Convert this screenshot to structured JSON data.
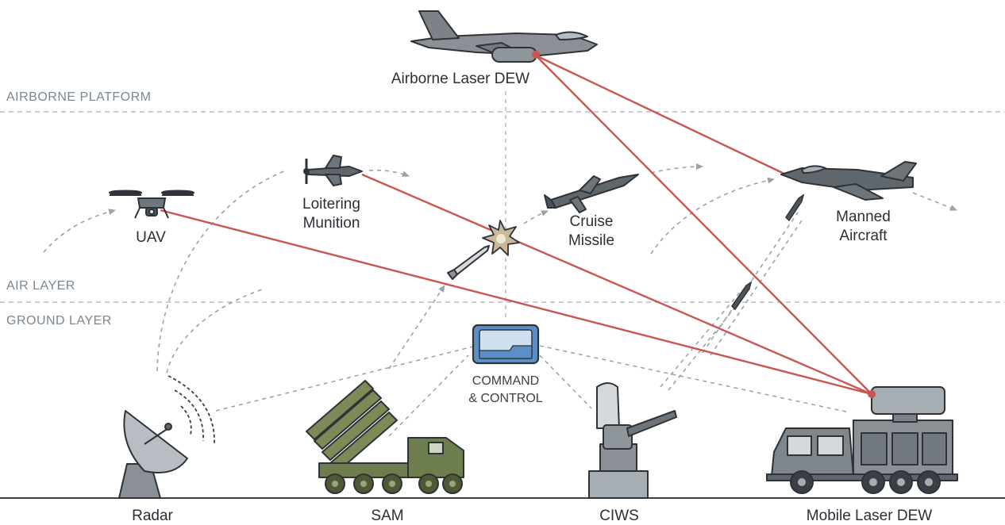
{
  "layers": {
    "airborne": "AIRBORNE PLATFORM",
    "air": "AIR LAYER",
    "ground": "GROUND LAYER"
  },
  "nodes": {
    "airborne_laser": "Airborne Laser DEW",
    "uav": "UAV",
    "loitering_line1": "Loitering",
    "loitering_line2": "Munition",
    "cruise_line1": "Cruise",
    "cruise_line2": "Missile",
    "manned_line1": "Manned",
    "manned_line2": "Aircraft",
    "cc_line1": "COMMAND",
    "cc_line2": "& CONTROL"
  },
  "ground": {
    "radar": "Radar",
    "sam": "SAM",
    "ciws": "CIWS",
    "mobile_laser": "Mobile Laser DEW"
  },
  "colors": {
    "laser": "#c95650",
    "dash": "#9aa3a9",
    "vehicle_green": "#6e7d4e",
    "vehicle_grey": "#8a9096",
    "outline": "#2f3338",
    "cc_fill": "#5b8fc7"
  }
}
